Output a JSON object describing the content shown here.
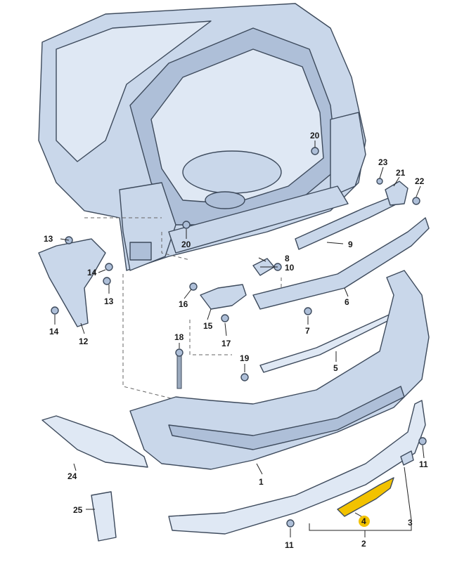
{
  "diagram": {
    "callouts": [
      {
        "id": "c1",
        "label": "1"
      },
      {
        "id": "c2",
        "label": "2"
      },
      {
        "id": "c3",
        "label": "3"
      },
      {
        "id": "c4",
        "label": "4"
      },
      {
        "id": "c5",
        "label": "5"
      },
      {
        "id": "c6",
        "label": "6"
      },
      {
        "id": "c7",
        "label": "7"
      },
      {
        "id": "c8",
        "label": "8"
      },
      {
        "id": "c9",
        "label": "9"
      },
      {
        "id": "c10",
        "label": "10"
      },
      {
        "id": "c11a",
        "label": "11"
      },
      {
        "id": "c11b",
        "label": "11"
      },
      {
        "id": "c12",
        "label": "12"
      },
      {
        "id": "c13a",
        "label": "13"
      },
      {
        "id": "c13b",
        "label": "13"
      },
      {
        "id": "c14a",
        "label": "14"
      },
      {
        "id": "c14b",
        "label": "14"
      },
      {
        "id": "c15",
        "label": "15"
      },
      {
        "id": "c16",
        "label": "16"
      },
      {
        "id": "c17",
        "label": "17"
      },
      {
        "id": "c18",
        "label": "18"
      },
      {
        "id": "c19",
        "label": "19"
      },
      {
        "id": "c20a",
        "label": "20"
      },
      {
        "id": "c20b",
        "label": "20"
      },
      {
        "id": "c21",
        "label": "21"
      },
      {
        "id": "c22",
        "label": "22"
      },
      {
        "id": "c23",
        "label": "23"
      },
      {
        "id": "c24",
        "label": "24"
      },
      {
        "id": "c25",
        "label": "25"
      }
    ],
    "highlight_color": "#f2c200",
    "highlighted_part": "4"
  }
}
